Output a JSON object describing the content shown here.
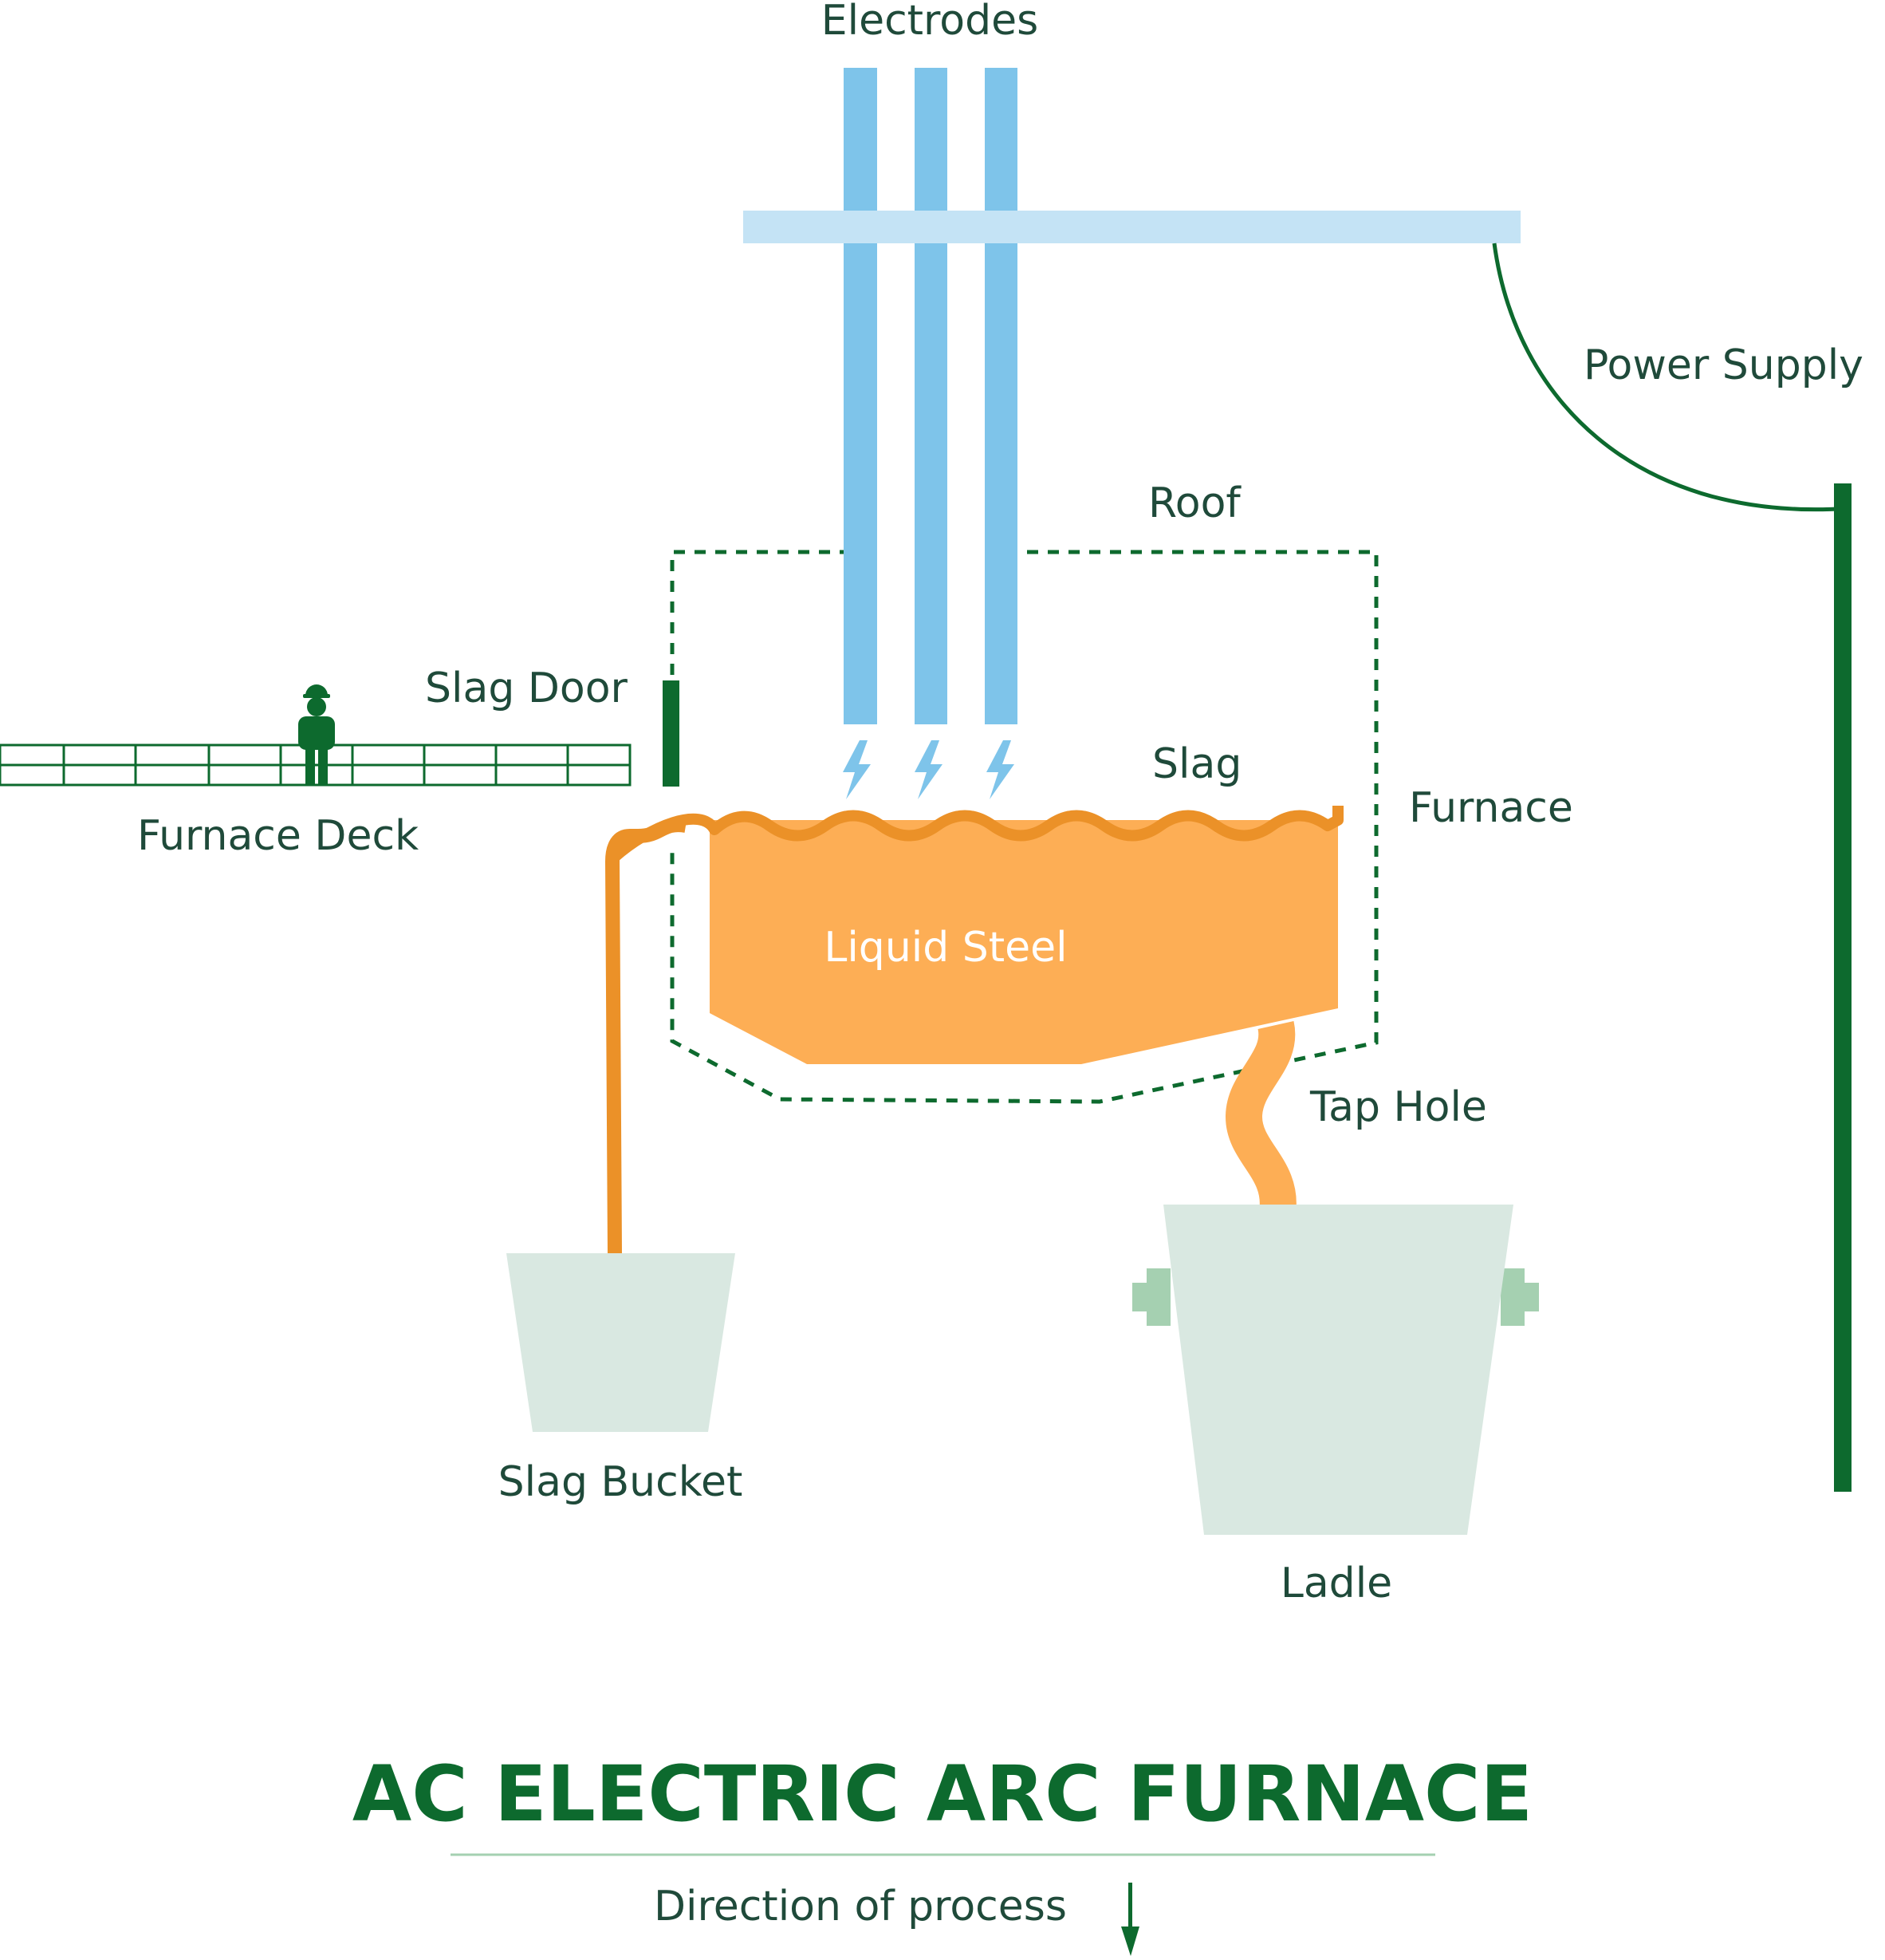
{
  "title": "AC ELECTRIC ARC FURNACE",
  "direction_label": "Direction of process",
  "labels": {
    "electrodes": "Electrodes",
    "power_supply": "Power Supply",
    "roof": "Roof",
    "slag_door": "Slag Door",
    "furnace_deck": "Furnace Deck",
    "slag": "Slag",
    "furnace": "Furnace",
    "liquid_steel": "Liquid Steel",
    "tap_hole": "Tap Hole",
    "slag_bucket": "Slag Bucket",
    "ladle": "Ladle"
  },
  "colors": {
    "dark_green": "#0d6a2e",
    "electrode_blue": "#7ec4ea",
    "roof_bar_blue": "#c4e3f5",
    "steel_orange": "#fdae55",
    "slag_orange": "#eb9128",
    "vessel_gray_green": "#d9e8e1",
    "handle_green": "#a5d0b1",
    "label_text": "#1f4a3a"
  },
  "icons": [
    "worker-icon",
    "lightning-icon",
    "down-arrow-icon"
  ]
}
